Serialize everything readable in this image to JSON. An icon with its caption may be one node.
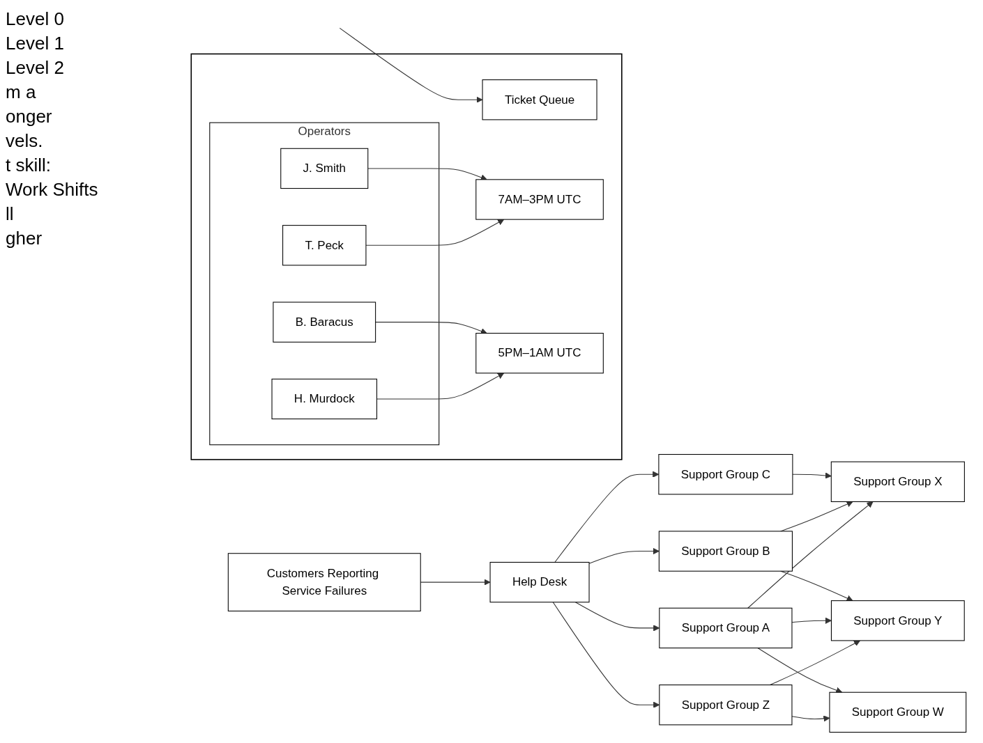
{
  "diagram": {
    "nodes": [
      {
        "text": [
          "Customers Reporting Service Failures"
        ]
      },
      {
        "text": [
          "Help Desk"
        ]
      },
      {
        "text": [
          "Support Group C"
        ]
      },
      {
        "text": [
          "Support Group B"
        ]
      },
      {
        "text": [
          "Support Group A"
        ]
      },
      {
        "text": [
          "Support Group Z"
        ]
      },
      {
        "text": [
          "Support Group X"
        ]
      },
      {
        "text": [
          "Support Group Y"
        ]
      },
      {
        "text": [
          "Support Group W"
        ]
      },
      {
        "text": [],
        "shape": "box"
      },
      {
        "text": [
          "Ticket Queue"
        ],
        "in": 9
      },
      {
        "text": [
          "Operators"
        ],
        "in": 9
      },
      {
        "text": [
          "J. Smith"
        ],
        "in": 11
      },
      {
        "text": [
          "T. Peck"
        ],
        "in": 11
      },
      {
        "text": [
          "B. Baracus"
        ],
        "in": 11
      },
      {
        "text": [
          "H. Murdock"
        ],
        "in": 11
      },
      {
        "text": [
          "7AM–3PM UTC"
        ],
        "in": 9
      },
      {
        "text": [
          "5PM–1AM UTC"
        ],
        "in": 9
      }
    ],
    "edges": [
      {
        "from": 0,
        "to": 1,
        "arrow": "to"
      },
      {
        "from": 1,
        "to": 2,
        "arrow": "to"
      },
      {
        "from": 1,
        "to": 3,
        "arrow": "to"
      },
      {
        "from": 1,
        "to": 4,
        "arrow": "to"
      },
      {
        "from": 1,
        "to": 5,
        "arrow": "to"
      },
      {
        "from": 2,
        "to": 6,
        "arrow": "to"
      },
      {
        "from": 3,
        "to": 6,
        "arrow": "to"
      },
      {
        "from": 3,
        "to": 7,
        "arrow": "to"
      },
      {
        "from": 4,
        "to": 6,
        "arrow": "to"
      },
      {
        "from": 4,
        "to": 7,
        "arrow": "to"
      },
      {
        "from": 4,
        "to": 8,
        "arrow": "to"
      },
      {
        "from": 5,
        "to": 7,
        "arrow": "to"
      },
      {
        "from": 5,
        "to": 8,
        "arrow": "to"
      },
      {
        "from": null,
        "to": 10,
        "arrow": "to"
      },
      {
        "from": 12,
        "to": 16,
        "arrow": "to"
      },
      {
        "from": 13,
        "to": 16,
        "arrow": "to"
      },
      {
        "from": 14,
        "to": 17,
        "arrow": "to"
      },
      {
        "from": 15,
        "to": 17,
        "arrow": "to"
      }
    ],
    "labels": [
      "Level 0",
      "Level 1",
      "Level 2",
      "m a",
      "onger",
      "vels.",
      "t skill:",
      "Work Shifts",
      "ll",
      "gher"
    ]
  }
}
